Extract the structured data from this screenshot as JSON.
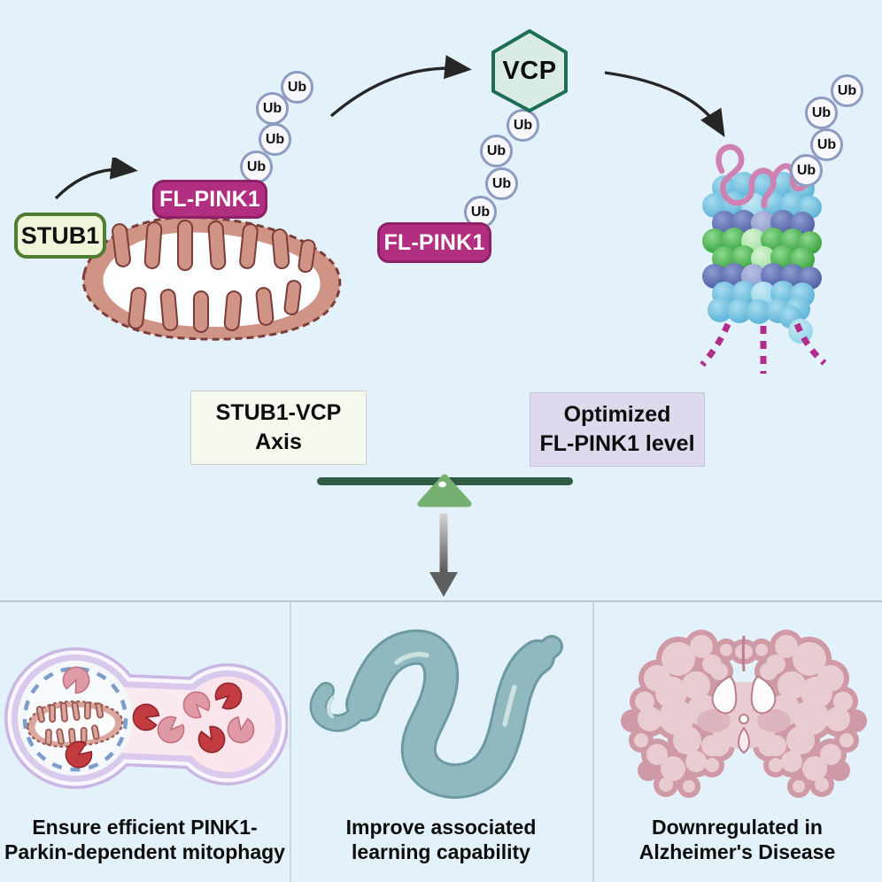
{
  "figure": {
    "type": "graphical-abstract",
    "topic": "STUB1-VCP axis regulates FL-PINK1 level"
  },
  "pathway": {
    "stub1_label": "STUB1",
    "fl_pink1_label": "FL-PINK1",
    "vcp_label": "VCP",
    "ub_label": "Ub",
    "elements": [
      "mitochondrion",
      "ubiquitin-chain",
      "VCP",
      "proteasome"
    ]
  },
  "balance": {
    "left_box": {
      "line1": "STUB1-VCP",
      "line2": "Axis"
    },
    "right_box": {
      "line1": "Optimized",
      "line2": "FL-PINK1 level"
    }
  },
  "outcomes": [
    {
      "id": "mitophagy",
      "line1": "Ensure efficient PINK1-",
      "line2": "Parkin-dependent mitophagy"
    },
    {
      "id": "worm",
      "line1": "Improve associated",
      "line2": "learning capability"
    },
    {
      "id": "brain",
      "line1": "Downregulated in",
      "line2": "Alzheimer's Disease"
    }
  ],
  "palette": {
    "background": "#e3f1fb",
    "magenta_pill": "#b12e80",
    "magenta_pill_border": "#8d2066",
    "stub1_fill": "#eef5d9",
    "stub1_border": "#4f7d31",
    "vcp_fill": "#d8ece3",
    "vcp_border": "#1e6e55",
    "ub_fill": "#f7f7fc",
    "ub_border": "#8e9bc0",
    "beam_green": "#2e5c47",
    "fulcrum_green": "#76b071",
    "left_box_fill": "#f6faee",
    "right_box_fill": "#ded9ec",
    "arrow_black": "#262626",
    "down_arrow_gray": "#5e5e5e",
    "mito_fill": "#cf9486",
    "mito_outline": "#7c3c37",
    "proteasome_blue": "#57b0d6",
    "proteasome_indigo": "#4a5aa5",
    "proteasome_green": "#2f9e37",
    "substrate_pink": "#cf82b1",
    "peptide_dash_magenta": "#b12c8d",
    "worm_teal": "#8fb9bf",
    "brain_pink": "#cf9aa5",
    "panel_divider": "#ccd5dc"
  }
}
